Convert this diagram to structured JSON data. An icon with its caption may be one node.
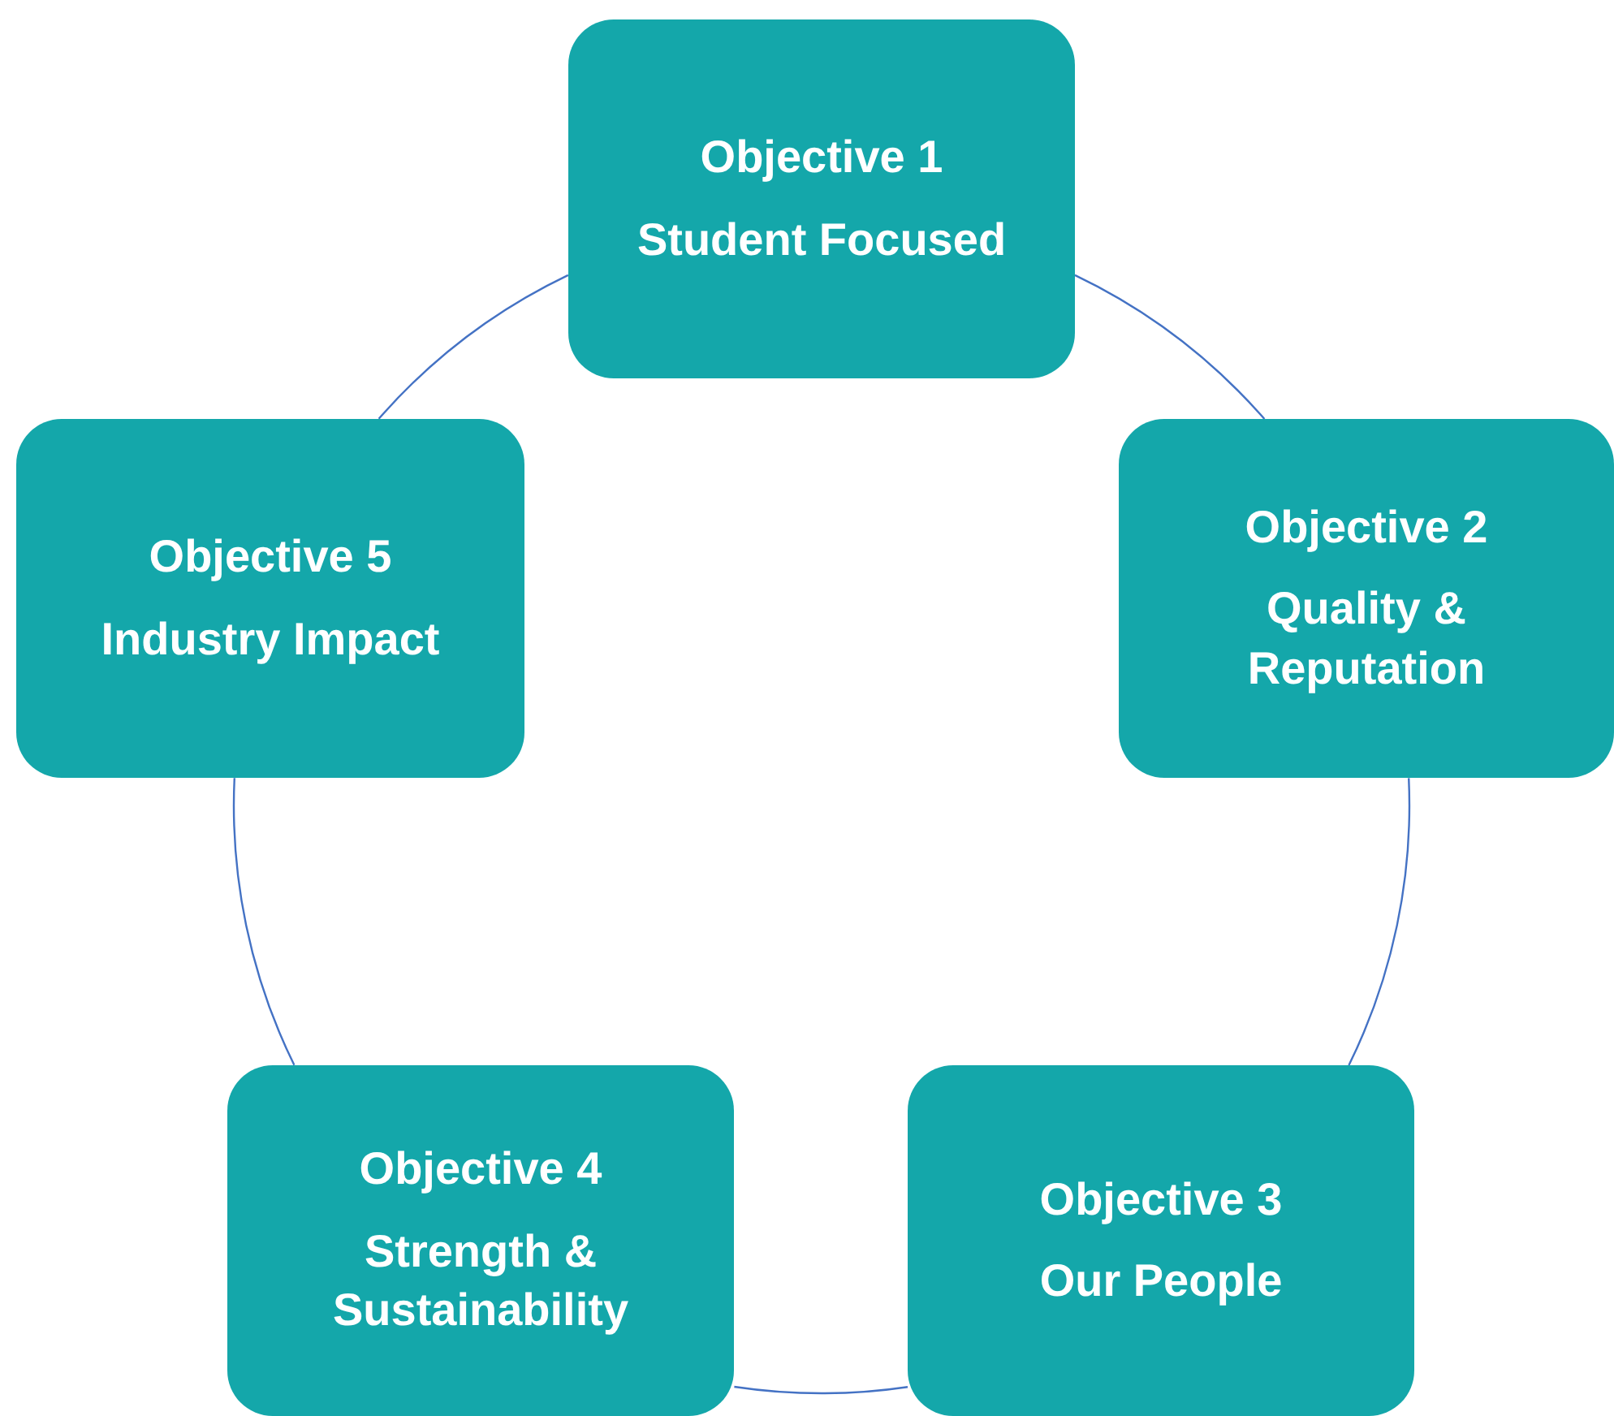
{
  "diagram": {
    "nodes": [
      {
        "text": [
          "Objective 1",
          "Student Focused"
        ]
      },
      {
        "text": [
          "Objective 2",
          "Quality & Reputation"
        ]
      },
      {
        "text": [
          "Objective 3",
          "Our People"
        ]
      },
      {
        "text": [
          "Objective 4",
          "Strength & Sustainability"
        ]
      },
      {
        "text": [
          "Objective 5",
          "Industry Impact"
        ]
      }
    ],
    "edges": [
      {
        "from": 0,
        "to": 1,
        "arrow": "none"
      },
      {
        "from": 1,
        "to": 2,
        "arrow": "none"
      },
      {
        "from": 2,
        "to": 3,
        "arrow": "none"
      },
      {
        "from": 3,
        "to": 4,
        "arrow": "none"
      },
      {
        "from": 4,
        "to": 0,
        "arrow": "none"
      }
    ]
  }
}
